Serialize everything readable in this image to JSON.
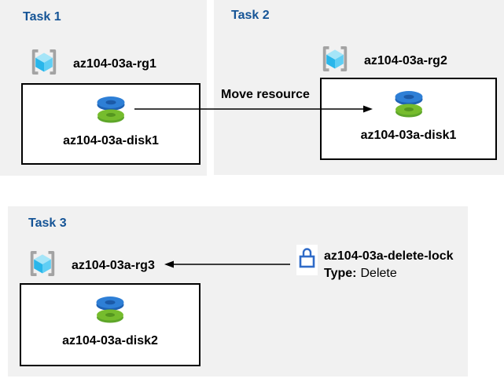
{
  "diagram": {
    "description": "Azure resource move and lock tasks diagram"
  },
  "colors": {
    "panel_background": "#f1f1f1",
    "task_title_blue": "#155496",
    "label_black": "#000000",
    "box_border_black": "#000000",
    "arrow_black": "#000000",
    "lock_blue": "#2f6bc8",
    "disk_blue": "#2e7fd6",
    "disk_green": "#76bc2d",
    "cube_cyan": "#45c3ee",
    "bracket_gray": "#a3a3a3"
  },
  "tasks": [
    {
      "title": "Task 1",
      "resource_group": "az104-03a-rg1",
      "resource_name": "az104-03a-disk1"
    },
    {
      "title": "Task 2",
      "resource_group": "az104-03a-rg2",
      "resource_name": "az104-03a-disk1"
    },
    {
      "title": "Task 3",
      "resource_group": "az104-03a-rg3",
      "resource_name": "az104-03a-disk2"
    }
  ],
  "move_arrow": {
    "label": "Move resource"
  },
  "delete_lock": {
    "name": "az104-03a-delete-lock",
    "type_label": "Type:",
    "type_value": "Delete"
  },
  "icons": {
    "resource_group": "resource-group-icon",
    "disk": "disk-icon",
    "lock": "lock-icon"
  }
}
